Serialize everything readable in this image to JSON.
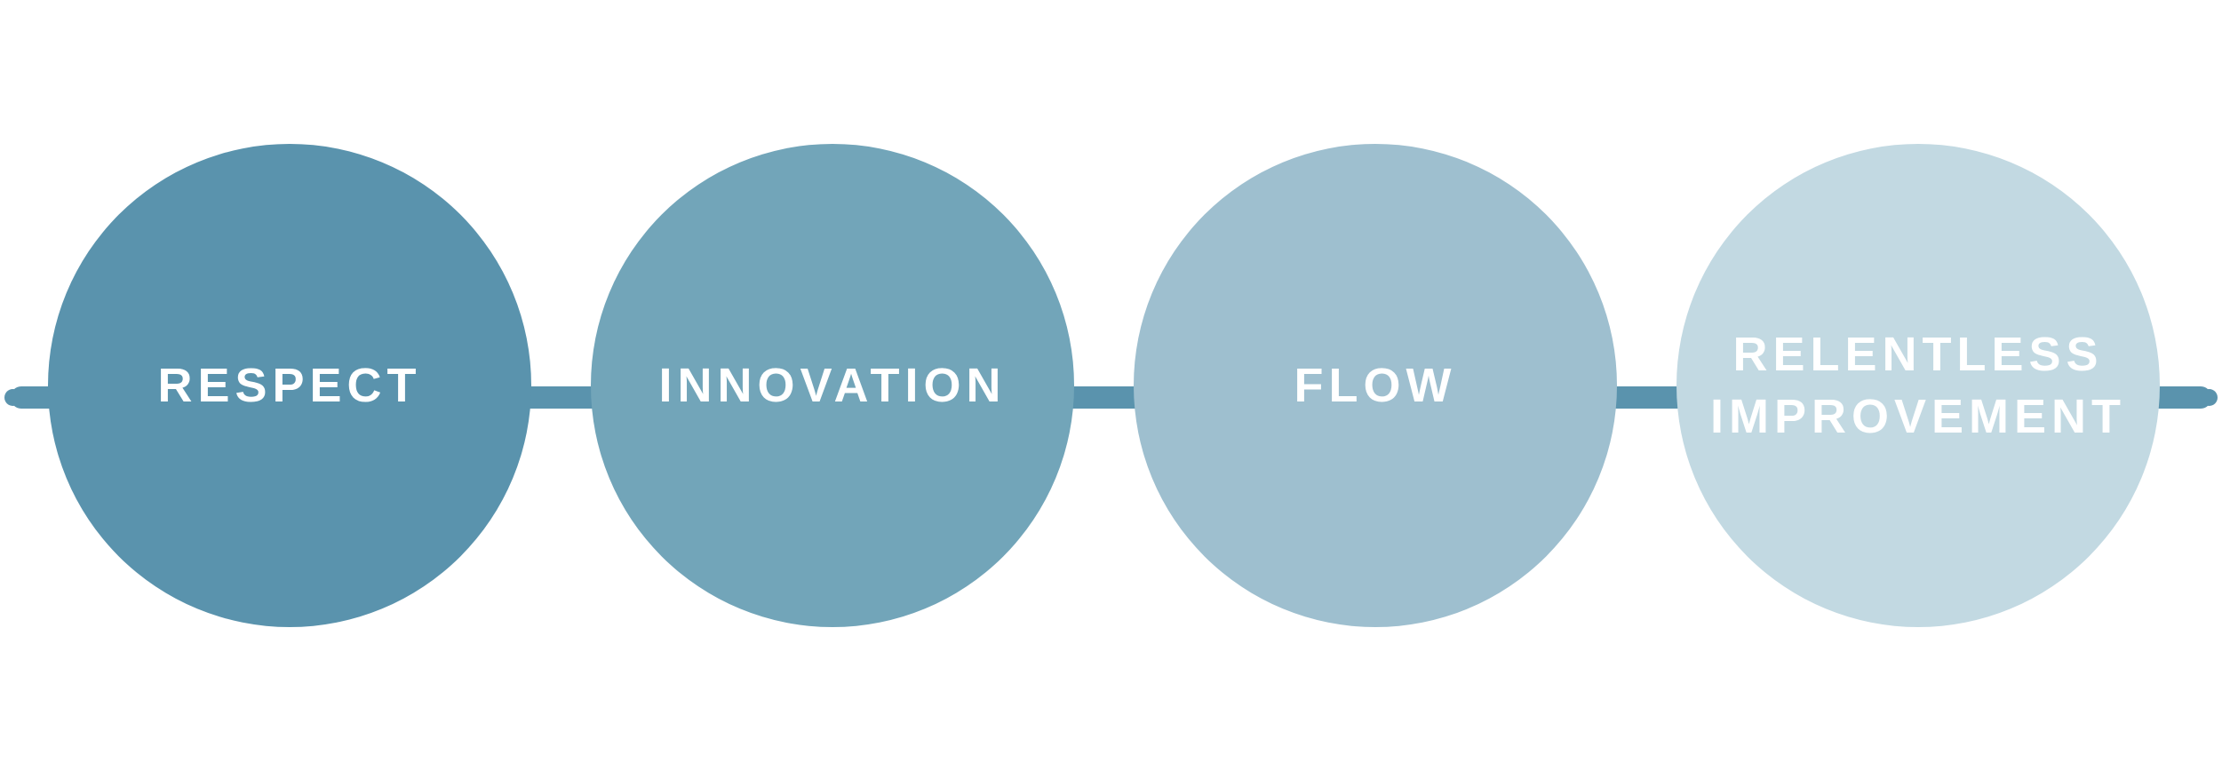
{
  "diagram": {
    "line_color": "#5a93ad",
    "values": [
      {
        "label": "RESPECT",
        "color": "#5a93ad"
      },
      {
        "label": "INNOVATION",
        "color": "#72a5b9"
      },
      {
        "label": "FLOW",
        "color": "#9ebfcf"
      },
      {
        "label": "RELENTLESS IMPROVEMENT",
        "color": "#c2d9e2"
      }
    ]
  }
}
